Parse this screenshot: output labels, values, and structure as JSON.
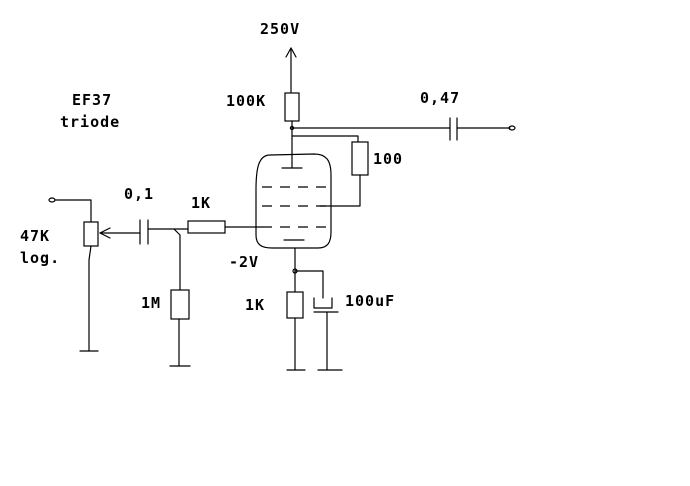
{
  "labels": {
    "supply": "250V",
    "tube_name": "EF37",
    "tube_mode": "triode",
    "anode_resistor": "100K",
    "output_cap": "0,47",
    "screen_resistor": "100",
    "input_cap": "0,1",
    "grid_stopper": "1K",
    "pot_value": "47K",
    "pot_taper": "log.",
    "bias_voltage": "-2V",
    "grid_leak": "1M",
    "cathode_resistor": "1K",
    "cathode_cap": "100uF"
  }
}
